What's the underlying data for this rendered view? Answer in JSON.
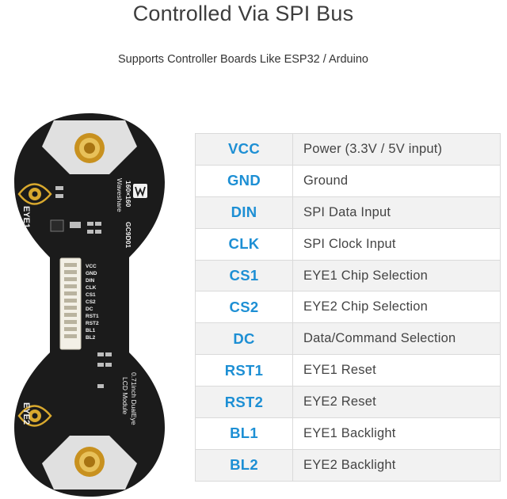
{
  "header": {
    "title": "Controlled Via SPI Bus",
    "subtitle": "Supports Controller Boards Like ESP32 / Arduino"
  },
  "board": {
    "brand_text": "Waveshare",
    "resolution_text": "160×160",
    "model_text": "GC9D01",
    "product_line1": "0.71inch DualEye",
    "product_line2": "LCD Module",
    "eye1_label": "EYE1",
    "eye2_label": "EYE2",
    "pin_labels": [
      "VCC",
      "GND",
      "DIN",
      "CLK",
      "CS1",
      "CS2",
      "DC",
      "RST1",
      "RST2",
      "BL1",
      "BL2"
    ],
    "colors": {
      "pcb": "#1b1b1b",
      "silk": "#f2f2f2",
      "gold": "#d9a92e",
      "eye_fill": "#d8d8d8"
    }
  },
  "pins": [
    {
      "name": "VCC",
      "desc": "Power (3.3V / 5V input)"
    },
    {
      "name": "GND",
      "desc": "Ground"
    },
    {
      "name": "DIN",
      "desc": "SPI Data Input"
    },
    {
      "name": "CLK",
      "desc": "SPI Clock Input"
    },
    {
      "name": "CS1",
      "desc": "EYE1 Chip Selection"
    },
    {
      "name": "CS2",
      "desc": "EYE2 Chip Selection"
    },
    {
      "name": "DC",
      "desc": "Data/Command Selection"
    },
    {
      "name": "RST1",
      "desc": "EYE1 Reset"
    },
    {
      "name": "RST2",
      "desc": "EYE2 Reset"
    },
    {
      "name": "BL1",
      "desc": "EYE1 Backlight"
    },
    {
      "name": "BL2",
      "desc": "EYE2 Backlight"
    }
  ],
  "colors": {
    "pin_name": "#1d8fd4",
    "row_alt": "#f2f2f2",
    "border": "#dadada"
  }
}
